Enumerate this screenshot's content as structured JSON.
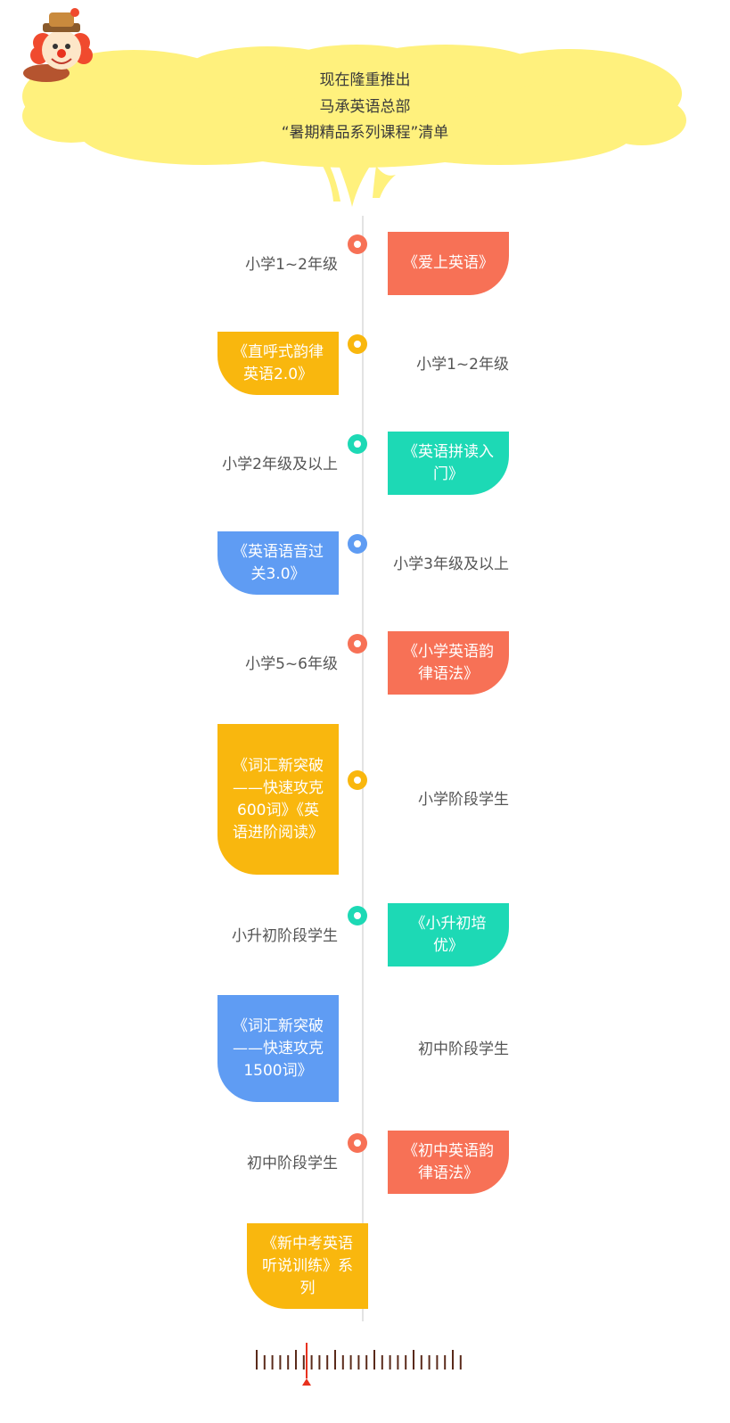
{
  "header": {
    "lines": [
      "现在隆重推出",
      "马承英语总部",
      "“暑期精品系列课程”清单"
    ]
  },
  "colors": {
    "red": "#f77156",
    "yellow": "#f9b70e",
    "teal": "#1dd9b5",
    "blue": "#5f9cf3",
    "cloud": "#fff17d",
    "line": "#e3e3e3"
  },
  "timeline": [
    {
      "course": "《爱上英语》",
      "audience": "小学1~2年级"
    },
    {
      "course": "《直呼式韵律英语2.0》",
      "audience": "小学1~2年级"
    },
    {
      "course": "《英语拼读入门》",
      "audience": "小学2年级及以上"
    },
    {
      "course": "《英语语音过关3.0》",
      "audience": "小学3年级及以上"
    },
    {
      "course": "《小学英语韵律语法》",
      "audience": "小学5~6年级"
    },
    {
      "course": "《词汇新突破——快速攻克600词》《英语进阶阅读》",
      "audience": "小学阶段学生"
    },
    {
      "course": "《小升初培优》",
      "audience": "小升初阶段学生"
    },
    {
      "course": "《词汇新突破——快速攻克1500词》",
      "audience": "初中阶段学生"
    },
    {
      "course": "《初中英语韵律语法》",
      "audience": "初中阶段学生"
    },
    {
      "course": "《新中考英语听说训练》系列",
      "audience": ""
    }
  ]
}
